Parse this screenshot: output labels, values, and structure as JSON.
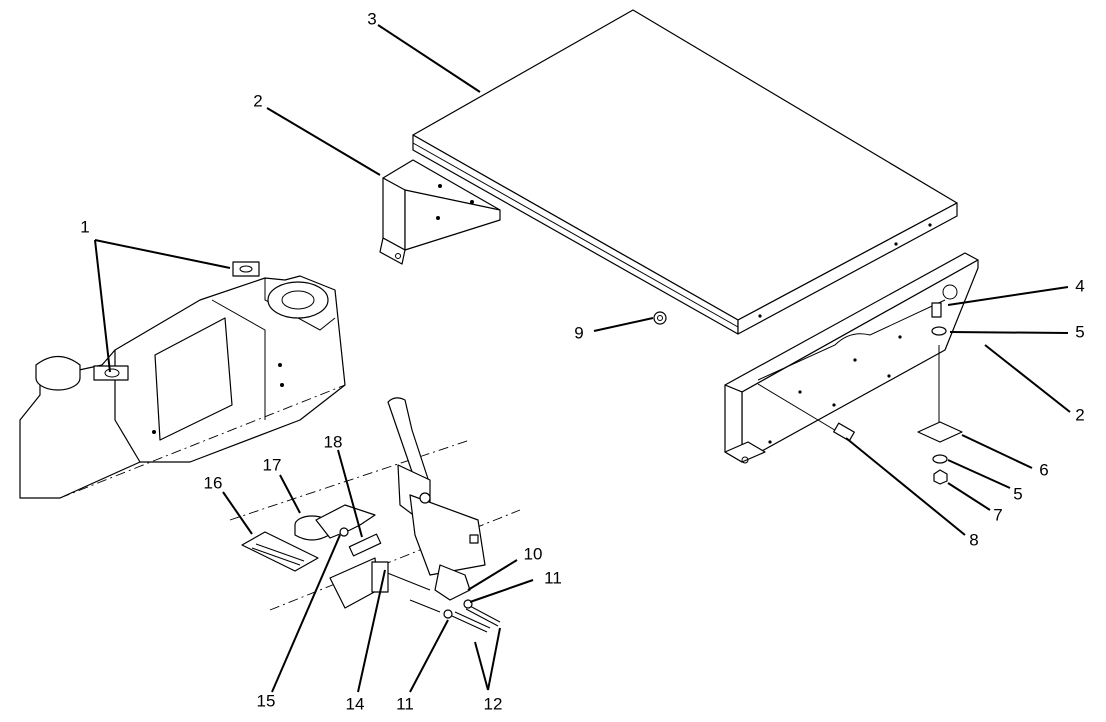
{
  "callouts": [
    {
      "id": "c1",
      "text": "1"
    },
    {
      "id": "c2a",
      "text": "2"
    },
    {
      "id": "c2b",
      "text": "2"
    },
    {
      "id": "c3",
      "text": "3"
    },
    {
      "id": "c4",
      "text": "4"
    },
    {
      "id": "c5a",
      "text": "5"
    },
    {
      "id": "c5b",
      "text": "5"
    },
    {
      "id": "c6",
      "text": "6"
    },
    {
      "id": "c7",
      "text": "7"
    },
    {
      "id": "c8",
      "text": "8"
    },
    {
      "id": "c9",
      "text": "9"
    },
    {
      "id": "c10",
      "text": "10"
    },
    {
      "id": "c11a",
      "text": "11"
    },
    {
      "id": "c11b",
      "text": "11"
    },
    {
      "id": "c12",
      "text": "12"
    },
    {
      "id": "c14",
      "text": "14"
    },
    {
      "id": "c15",
      "text": "15"
    },
    {
      "id": "c16",
      "text": "16"
    },
    {
      "id": "c17",
      "text": "17"
    },
    {
      "id": "c18",
      "text": "18"
    }
  ]
}
